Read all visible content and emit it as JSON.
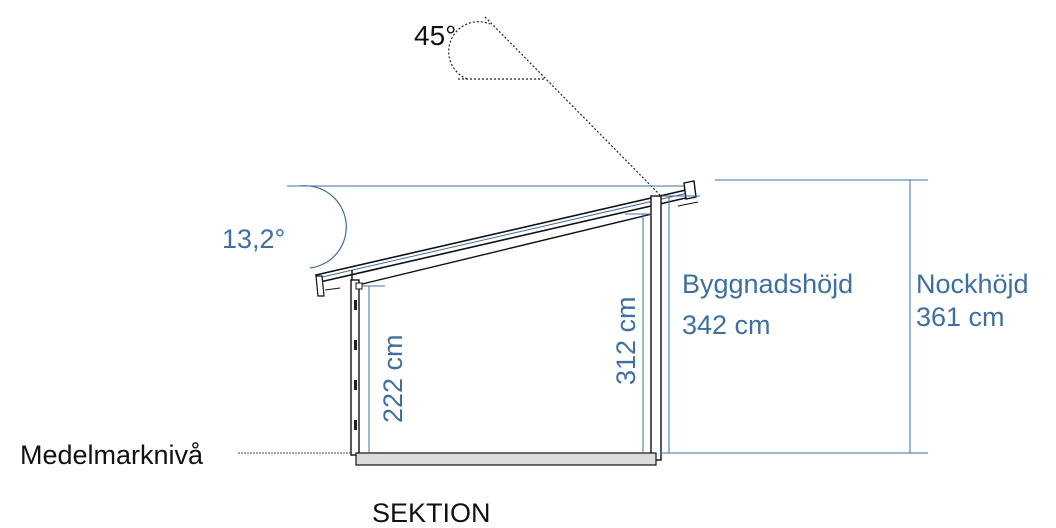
{
  "labels": {
    "angle_45": "45°",
    "roof_angle": "13,2°",
    "wall_low": "222 cm",
    "wall_high": "312 cm",
    "building_height_label": "Byggnadshöjd",
    "building_height_value": "342 cm",
    "ridge_height_label": "Nockhöjd",
    "ridge_height_value": "361 cm",
    "ground_level": "Medelmarknivå",
    "caption": "SEKTION"
  },
  "colors": {
    "dimension": "#3f6fa0",
    "line": "#111111",
    "floor": "#dcdcdc"
  }
}
